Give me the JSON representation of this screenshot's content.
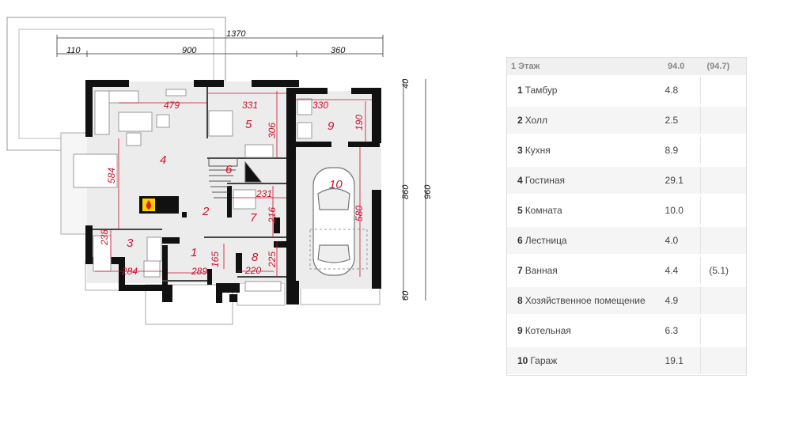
{
  "plan": {
    "dims": {
      "total_width": "1370",
      "left_110": "110",
      "mid_900": "900",
      "right_360": "360",
      "height_860": "860",
      "height_960": "960",
      "top_40": "40",
      "bottom_60": "60"
    },
    "room_dims": [
      "479",
      "331",
      "330",
      "306",
      "190",
      "584",
      "231",
      "216",
      "580",
      "238",
      "284",
      "289",
      "165",
      "220",
      "225"
    ],
    "room_numbers": [
      "1",
      "2",
      "3",
      "4",
      "5",
      "6",
      "7",
      "8",
      "9",
      "10"
    ]
  },
  "table": {
    "header": {
      "name": "1 Этаж",
      "area": "94.0",
      "area_alt": "(94.7)"
    },
    "rows": [
      {
        "num": "1",
        "name": "Тамбур",
        "area": "4.8",
        "alt": ""
      },
      {
        "num": "2",
        "name": "Холл",
        "area": "2.5",
        "alt": ""
      },
      {
        "num": "3",
        "name": "Кухня",
        "area": "8.9",
        "alt": ""
      },
      {
        "num": "4",
        "name": "Гостиная",
        "area": "29.1",
        "alt": ""
      },
      {
        "num": "5",
        "name": "Комната",
        "area": "10.0",
        "alt": ""
      },
      {
        "num": "6",
        "name": "Лестница",
        "area": "4.0",
        "alt": ""
      },
      {
        "num": "7",
        "name": "Ванная",
        "area": "4.4",
        "alt": "(5.1)"
      },
      {
        "num": "8",
        "name": "Хозяйственное помещение",
        "area": "4.9",
        "alt": ""
      },
      {
        "num": "9",
        "name": "Котельная",
        "area": "6.3",
        "alt": ""
      },
      {
        "num": "10",
        "name": "Гараж",
        "area": "19.1",
        "alt": ""
      }
    ]
  },
  "colors": {
    "accent_red": "#d0112b",
    "wall": "#111111",
    "floor": "#ececec"
  }
}
